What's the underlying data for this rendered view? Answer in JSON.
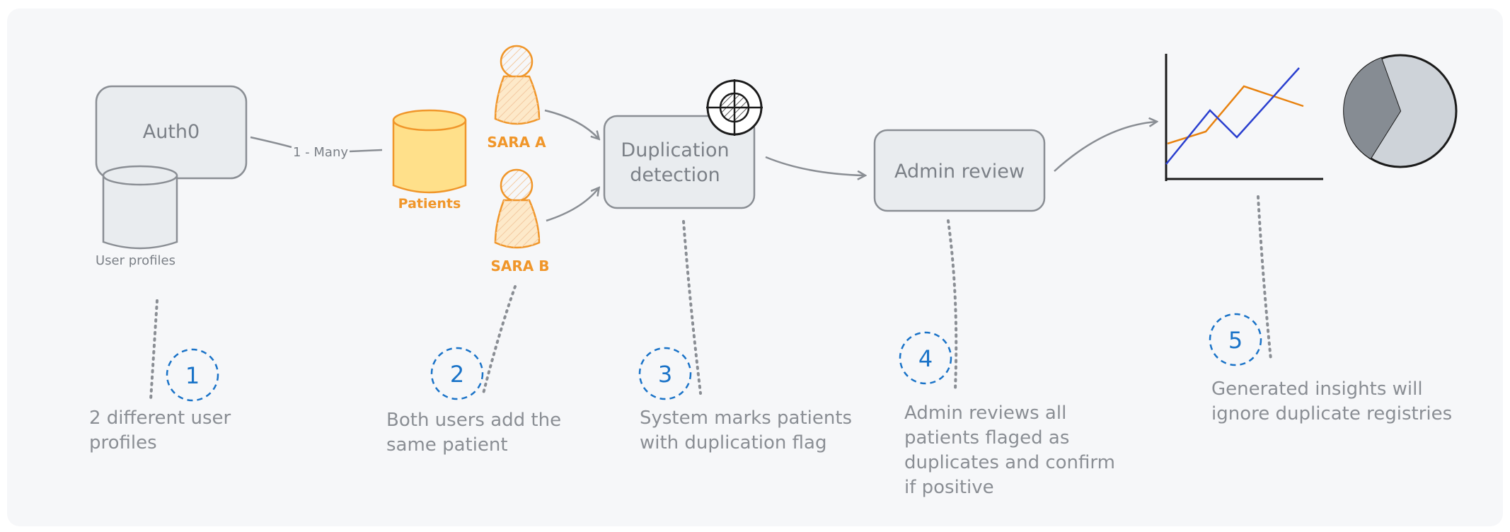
{
  "diagram": {
    "auth_box_label": "Auth0",
    "user_profiles_label": "User profiles",
    "relation_label": "1 - Many",
    "patients_label": "Patients",
    "user_a_label": "SARA A",
    "user_b_label": "SARA B",
    "detection_box_line1": "Duplication",
    "detection_box_line2": "detection",
    "review_box_label": "Admin review"
  },
  "steps": [
    {
      "number": "1",
      "lines": [
        "2 different user",
        "profiles"
      ]
    },
    {
      "number": "2",
      "lines": [
        "Both users add the",
        "same patient"
      ]
    },
    {
      "number": "3",
      "lines": [
        "System marks patients",
        "with duplication flag"
      ]
    },
    {
      "number": "4",
      "lines": [
        "Admin reviews all",
        "patients flaged as",
        "duplicates and confirm",
        "if positive"
      ]
    },
    {
      "number": "5",
      "lines": [
        "Generated insights will",
        "ignore duplicate registries"
      ]
    }
  ],
  "colors": {
    "accent_blue": "#1a73c8",
    "user_orange": "#f0962a",
    "patients_fill": "#ffe08a",
    "box_fill": "#e9ecef",
    "stroke_gray": "#8a8e94",
    "line_blue": "#2a3fcf",
    "line_orange": "#e8820f",
    "pie_dark": "#868c93",
    "pie_light": "#ced3d9"
  },
  "icons": [
    "database-icon",
    "user-icon",
    "target-icon",
    "line-chart-icon",
    "pie-chart-icon",
    "arrow-icon"
  ]
}
